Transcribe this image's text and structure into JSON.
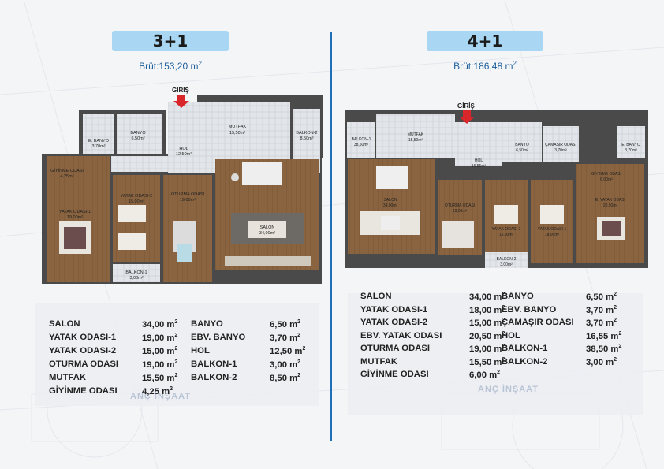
{
  "left": {
    "title": "3+1",
    "gross_label": "Brüt:153,20 m",
    "gross_sup": "2",
    "entrance": "GİRİŞ",
    "rooms": {
      "e_banyo": [
        "E. BANYO",
        "3,70m²"
      ],
      "banyo": [
        "BANYO",
        "6,50m²"
      ],
      "mutfak": [
        "MUTFAK",
        "15,50m²"
      ],
      "balkon2": [
        "BALKON-2",
        "8,50m²"
      ],
      "hol": [
        "HOL",
        "12,50m²"
      ],
      "giyinme": [
        "GİYİNME ODASI",
        "4,25m²"
      ],
      "yatak2": [
        "YATAK ODASI-2",
        "15,00m²"
      ],
      "yatak1": [
        "YATAK ODASI-1",
        "19,00m²"
      ],
      "oturma": [
        "OTURMA ODASI",
        "19,00m²"
      ],
      "salon": [
        "SALON",
        "34,00m²"
      ],
      "balkon1": [
        "BALKON-1",
        "3,00m²"
      ]
    },
    "table": {
      "col1": [
        {
          "label": "SALON",
          "value": "34,00 m",
          "sup": "2"
        },
        {
          "label": "YATAK ODASI-1",
          "value": "19,00 m",
          "sup": "2"
        },
        {
          "label": "YATAK ODASI-2",
          "value": "15,00 m",
          "sup": "2"
        },
        {
          "label": "OTURMA ODASI",
          "value": "19,00 m",
          "sup": "2"
        },
        {
          "label": "MUTFAK",
          "value": "15,50 m",
          "sup": "2"
        },
        {
          "label": "GİYİNME ODASI",
          "value": "4,25 m",
          "sup": "2"
        }
      ],
      "col2": [
        {
          "label": "BANYO",
          "value": "6,50 m",
          "sup": "2"
        },
        {
          "label": "EBV. BANYO",
          "value": "3,70 m",
          "sup": "2"
        },
        {
          "label": "HOL",
          "value": "12,50 m",
          "sup": "2"
        },
        {
          "label": "BALKON-1",
          "value": "3,00 m",
          "sup": "2"
        },
        {
          "label": "BALKON-2",
          "value": "8,50 m",
          "sup": "2"
        }
      ]
    },
    "watermark": "ANÇ İNŞAAT"
  },
  "right": {
    "title": "4+1",
    "gross_label": "Brüt:186,48 m",
    "gross_sup": "2",
    "entrance": "GİRİŞ",
    "rooms": {
      "balkon1": [
        "BALKON-1",
        "38,50m²"
      ],
      "mutfak": [
        "MUTFAK",
        "15,50m²"
      ],
      "hol": [
        "HOL",
        "16,55m²"
      ],
      "banyo": [
        "BANYO",
        "6,50m²"
      ],
      "camasir": [
        "ÇAMAŞIR ODASI",
        "3,70m²"
      ],
      "e_banyo": [
        "E. BANYO",
        "3,70m²"
      ],
      "giyinme": [
        "GİYİNME ODASI",
        "6,00m²"
      ],
      "salon": [
        "SALON",
        "34,00m²"
      ],
      "oturma": [
        "OTURMA ODASI",
        "19,00m²"
      ],
      "yatak2": [
        "YATAK ODASI-2",
        "15,00m²"
      ],
      "yatak1": [
        "YATAK ODASI-1",
        "18,00m²"
      ],
      "ebv_yatak": [
        "E. YATAK ODASI",
        "20,50m²"
      ],
      "balkon2": [
        "BALKON-2",
        "3,00m²"
      ]
    },
    "table": {
      "col1": [
        {
          "label": "SALON",
          "value": "34,00 m",
          "sup": "2"
        },
        {
          "label": "YATAK ODASI-1",
          "value": "18,00 m",
          "sup": "2"
        },
        {
          "label": "YATAK ODASI-2",
          "value": "15,00 m",
          "sup": "2"
        },
        {
          "label": "EBV. YATAK ODASI",
          "value": "20,50 m",
          "sup": "2"
        },
        {
          "label": "OTURMA ODASI",
          "value": "19,00 m",
          "sup": "2"
        },
        {
          "label": "MUTFAK",
          "value": "15,50 m",
          "sup": "2"
        },
        {
          "label": "GİYİNME ODASI",
          "value": "6,00 m",
          "sup": "2"
        }
      ],
      "col2": [
        {
          "label": "BANYO",
          "value": "6,50 m",
          "sup": "2"
        },
        {
          "label": "EBV. BANYO",
          "value": "3,70 m",
          "sup": "2"
        },
        {
          "label": "ÇAMAŞIR ODASI",
          "value": "3,70 m",
          "sup": "2"
        },
        {
          "label": "HOL",
          "value": "16,55 m",
          "sup": "2"
        },
        {
          "label": "BALKON-1",
          "value": "38,50 m",
          "sup": "2"
        },
        {
          "label": "BALKON-2",
          "value": "3,00 m",
          "sup": "2"
        }
      ]
    },
    "watermark": "ANÇ İNŞAAT"
  },
  "colors": {
    "accent": "#1e6fb8",
    "tab": "#a9d7f3",
    "wood": "#8a6440",
    "wall": "#4a4a4a",
    "tile": "#d9dde2",
    "arrow": "#d8262b"
  }
}
